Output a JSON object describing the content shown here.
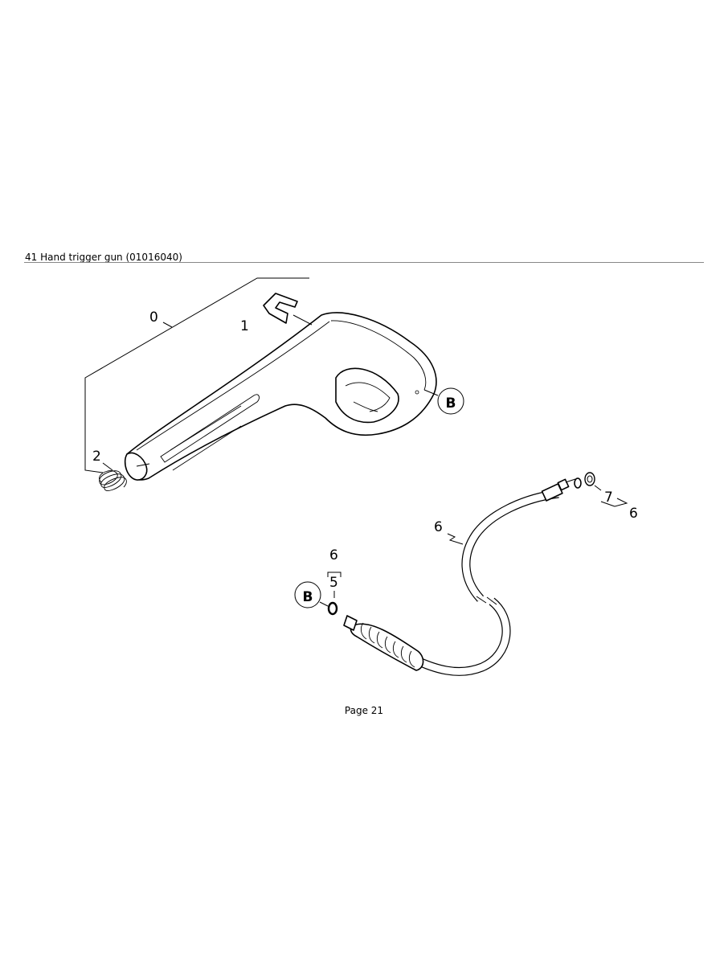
{
  "header": {
    "title": "41 Hand trigger gun (01016040)"
  },
  "footer": {
    "page_label": "Page 21"
  },
  "callouts": {
    "gun_assembly": "0",
    "clip": "1",
    "spring": "2",
    "hose_upper": "6",
    "hose_end_group": "7",
    "hose_end_group_parent": "6",
    "oring_group_parent": "6",
    "oring": "5"
  },
  "markers": {
    "ref_b_gun": "B",
    "ref_b_hose": "B"
  }
}
